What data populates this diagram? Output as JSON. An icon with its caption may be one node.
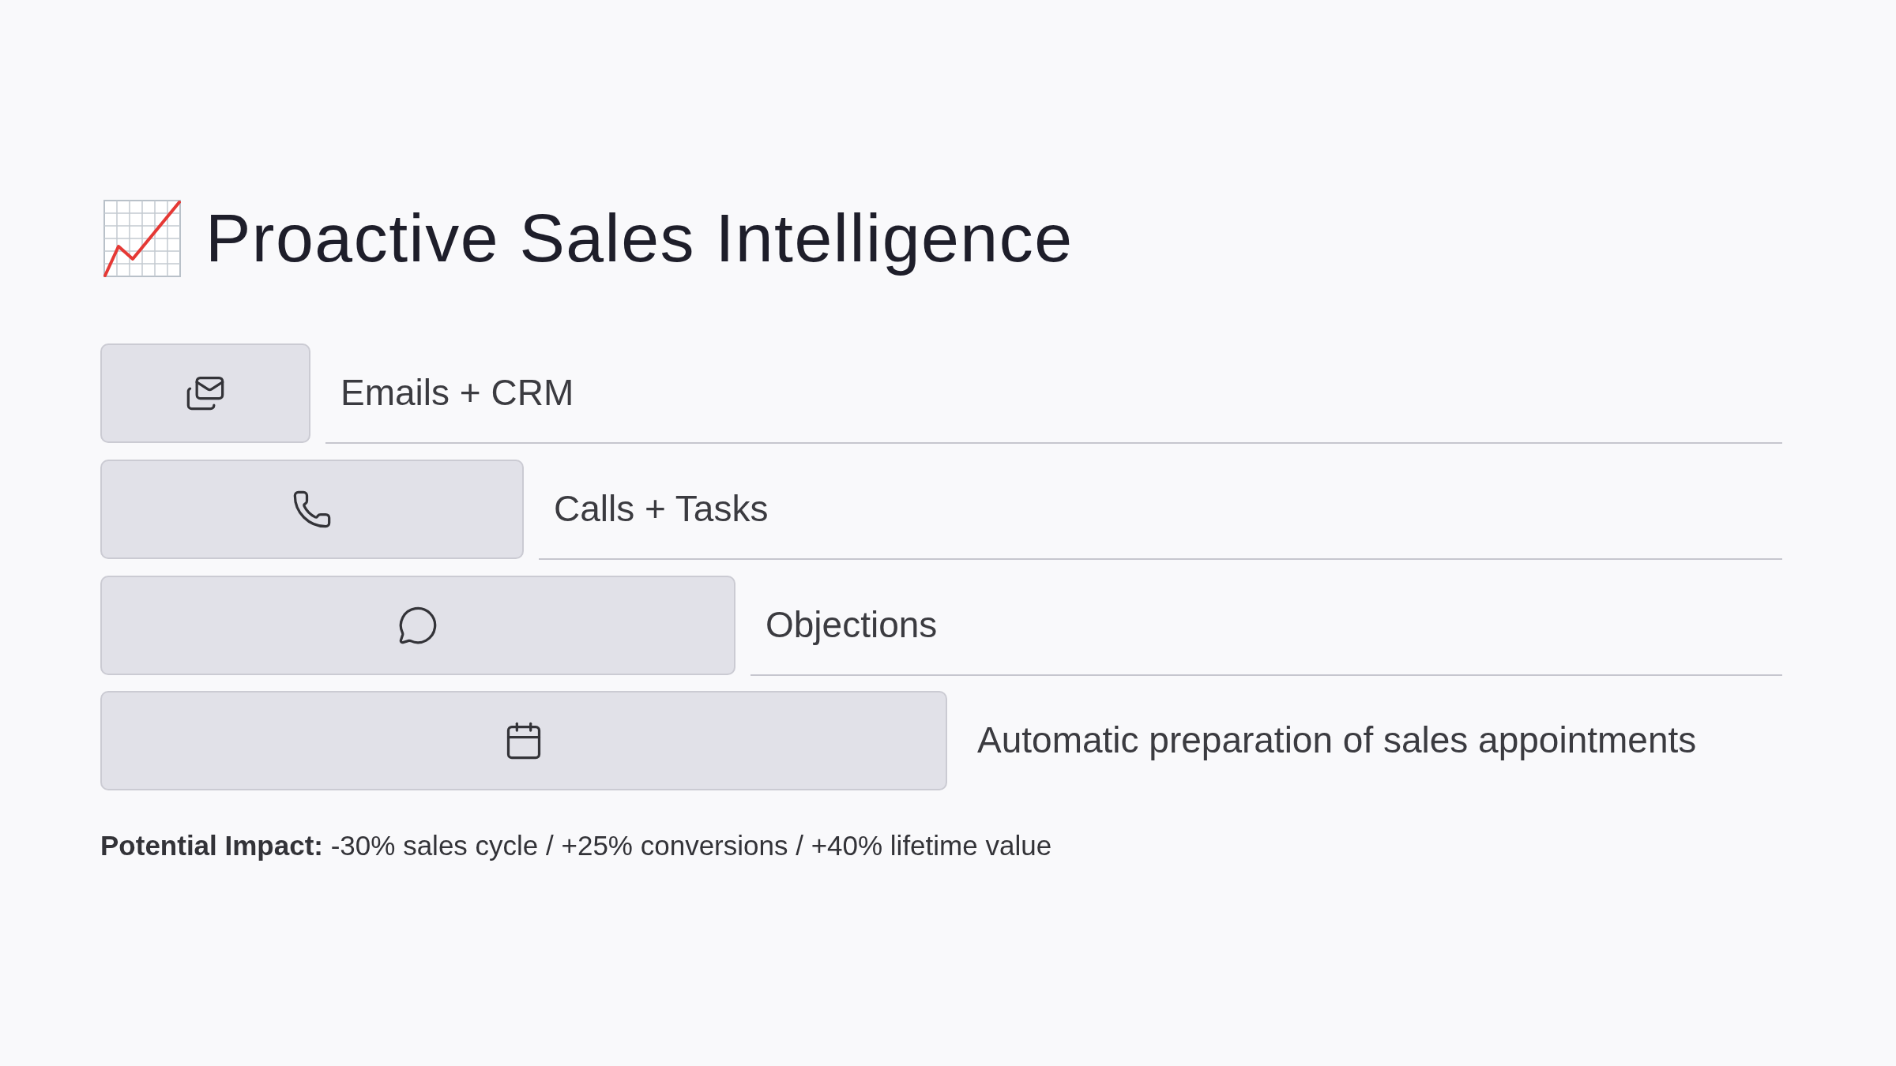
{
  "diagram": {
    "title": "Proactive Sales Intelligence",
    "nodes": [
      {
        "text": [],
        "shape": "bar",
        "beside": [
          "Emails + CRM"
        ]
      },
      {
        "text": [],
        "shape": "bar",
        "beside": [
          "Calls + Tasks"
        ]
      },
      {
        "text": [],
        "shape": "bar",
        "beside": [
          "Objections"
        ]
      },
      {
        "text": [],
        "shape": "bar",
        "beside": [
          "Automatic preparation of sales appointments"
        ]
      }
    ],
    "labels": [
      "**Potential Impact:** -30% sales cycle / +25% conversions / +40% lifetime value"
    ]
  }
}
